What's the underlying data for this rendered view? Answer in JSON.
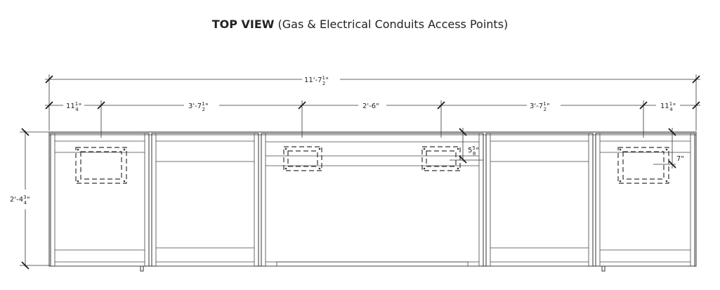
{
  "title": {
    "bold": "TOP VIEW",
    "rest": " (Gas & Electrical Conduits Access Points)"
  },
  "dimensions": {
    "overall": {
      "whole": "11'-7",
      "num": "1",
      "den": "2",
      "unit": "\""
    },
    "seg1": {
      "whole": "11",
      "num": "1",
      "den": "4",
      "unit": "\""
    },
    "seg2": {
      "whole": "3'-7",
      "num": "1",
      "den": "2",
      "unit": "\""
    },
    "seg3": {
      "whole": "2'-6\"",
      "num": "",
      "den": "",
      "unit": ""
    },
    "seg4": {
      "whole": "3'-7",
      "num": "1",
      "den": "2",
      "unit": "\""
    },
    "seg5": {
      "whole": "11",
      "num": "1",
      "den": "4",
      "unit": "\""
    },
    "depth": {
      "whole": "2'-4",
      "num": "3",
      "den": "4",
      "unit": "\""
    },
    "offset_a": {
      "whole": "5",
      "num": "5",
      "den": "8",
      "unit": "\""
    },
    "offset_b": {
      "whole": "7\"",
      "num": "",
      "den": "",
      "unit": ""
    }
  }
}
